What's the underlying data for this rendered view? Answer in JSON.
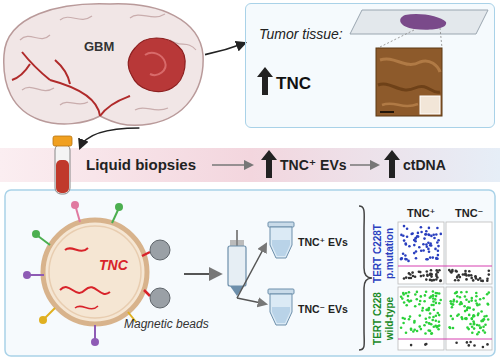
{
  "diagram": {
    "nodes": [
      {
        "text": [
          "GBM"
        ]
      },
      {
        "text": [
          "Tumor tissue:",
          "TNC"
        ]
      },
      {
        "text": [
          "Liquid biopsies",
          "TNC⁺ EVs",
          "ctDNA"
        ]
      }
    ],
    "edges": [
      {
        "from": 0,
        "to": 1,
        "arrow": "to"
      },
      {
        "from": 0,
        "to": 2,
        "arrow": "to"
      }
    ],
    "labels": [
      "TNC",
      "Magnetic beads",
      "TNC⁺ EVs",
      "TNC⁻ EVs",
      "TNC⁺",
      "TNC⁻",
      "TERT C228T p.mutation",
      "TERT C228 wild-type"
    ]
  }
}
